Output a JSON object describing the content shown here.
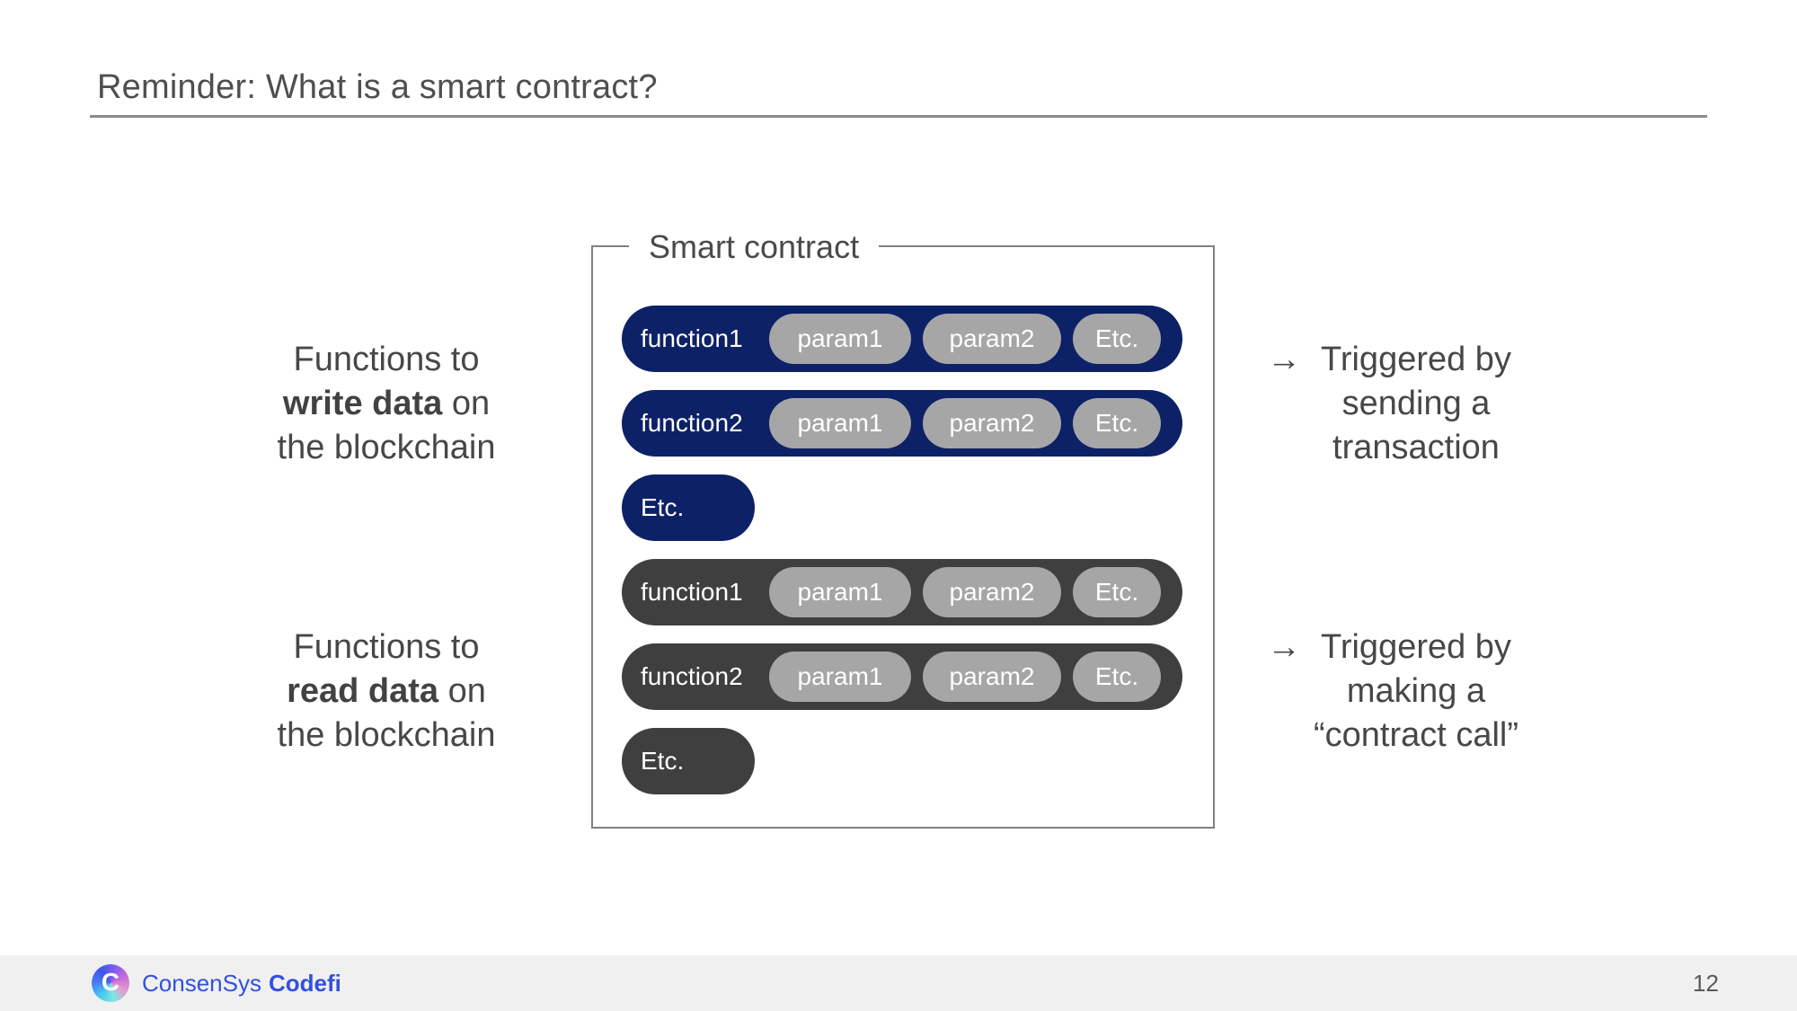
{
  "header": {
    "title": "Reminder: What is a smart contract?"
  },
  "contract_box": {
    "label": "Smart contract"
  },
  "write_functions": {
    "description": "Functions to write data on the blockchain",
    "rows": [
      {
        "name": "function1",
        "params": [
          "param1",
          "param2",
          "Etc."
        ]
      },
      {
        "name": "function2",
        "params": [
          "param1",
          "param2",
          "Etc."
        ]
      },
      {
        "name": "Etc.",
        "params": []
      }
    ]
  },
  "read_functions": {
    "description": "Functions to read data on the blockchain",
    "rows": [
      {
        "name": "function1",
        "params": [
          "param1",
          "param2",
          "Etc."
        ]
      },
      {
        "name": "function2",
        "params": [
          "param1",
          "param2",
          "Etc."
        ]
      },
      {
        "name": "Etc.",
        "params": []
      }
    ]
  },
  "annotations": {
    "write_label": {
      "line1": "Functions to",
      "bold": "write data",
      "after_bold": " on",
      "line3": "the blockchain"
    },
    "read_label": {
      "line1": "Functions to",
      "bold": "read data",
      "after_bold": " on",
      "line3": "the blockchain"
    },
    "write_trigger": {
      "arrow": "→",
      "line1": "Triggered by",
      "line2": "sending a",
      "line3": "transaction"
    },
    "read_trigger": {
      "arrow": "→",
      "line1": "Triggered by",
      "line2": "making a",
      "line3": "“contract call”"
    }
  },
  "footer": {
    "brand_regular": "ConsenSys",
    "brand_bold": "Codefi",
    "logo_letter": "C",
    "page_number": "12"
  },
  "colors": {
    "navy": "#0d2167",
    "dark-gray": "#3f3f3f",
    "param-gray": "#a6a6a6",
    "border-gray": "#808080",
    "brand-blue": "#3350de",
    "footer-bg": "#f0f0f1"
  }
}
